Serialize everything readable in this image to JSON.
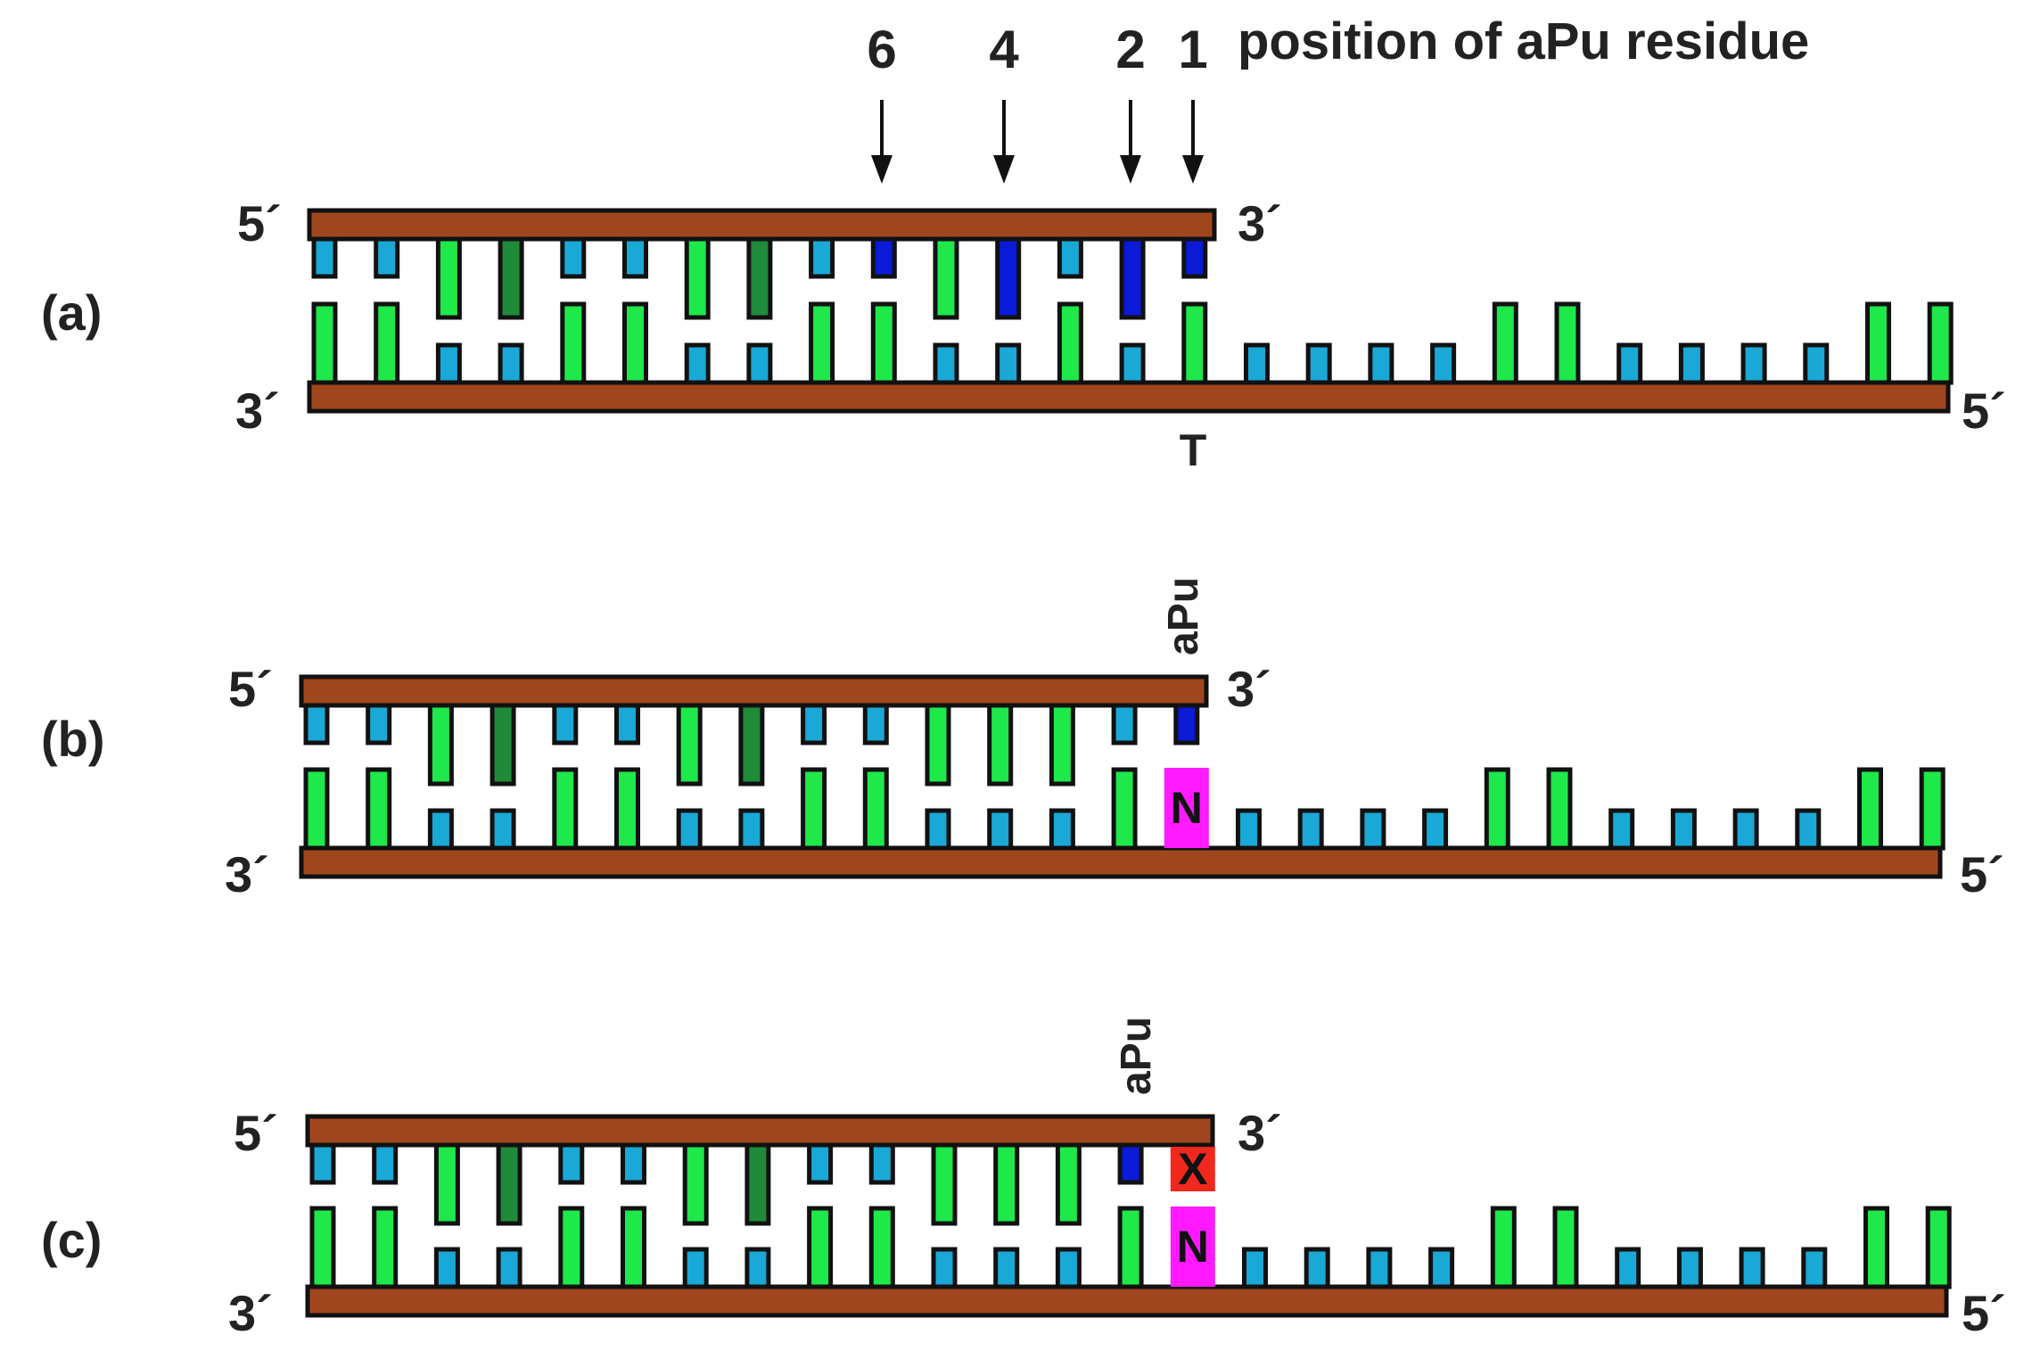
{
  "heading": "position of aPu residue",
  "position_markers": [
    "6",
    "4",
    "2",
    "1"
  ],
  "panels": [
    {
      "label": "(a)",
      "top_strand": {
        "left_end": "5´",
        "right_end": "3´"
      },
      "bottom_strand": {
        "left_end": "3´",
        "right_end": "5´"
      },
      "bottom_mark": "T",
      "top_bases": [
        "short-cyan",
        "short-cyan",
        "tall-green",
        "tall-darkgreen",
        "short-cyan",
        "short-cyan",
        "tall-green",
        "tall-darkgreen",
        "short-cyan",
        "short-blue",
        "tall-green",
        "tall-blue",
        "short-cyan",
        "tall-blue",
        "short-blue"
      ],
      "bottom_bases": [
        "tall-green",
        "tall-green",
        "short-cyan",
        "short-cyan",
        "tall-green",
        "tall-green",
        "short-cyan",
        "short-cyan",
        "tall-green",
        "tall-green",
        "short-cyan",
        "short-cyan",
        "tall-green",
        "short-cyan",
        "tall-green",
        "short-cyan",
        "short-cyan",
        "short-cyan",
        "short-cyan",
        "tall-green",
        "tall-green",
        "short-cyan",
        "short-cyan",
        "short-cyan",
        "short-cyan",
        "tall-green",
        "tall-green"
      ]
    },
    {
      "label": "(b)",
      "top_strand": {
        "left_end": "5´",
        "right_end": "3´"
      },
      "bottom_strand": {
        "left_end": "3´",
        "right_end": "5´"
      },
      "rotated_label": "aPu",
      "n_box": "N",
      "top_bases": [
        "short-cyan",
        "short-cyan",
        "tall-green",
        "tall-darkgreen",
        "short-cyan",
        "short-cyan",
        "tall-green",
        "tall-darkgreen",
        "short-cyan",
        "short-cyan",
        "tall-green",
        "tall-green",
        "tall-green",
        "short-cyan",
        "short-blue"
      ],
      "bottom_bases": [
        "tall-green",
        "tall-green",
        "short-cyan",
        "short-cyan",
        "tall-green",
        "tall-green",
        "short-cyan",
        "short-cyan",
        "tall-green",
        "tall-green",
        "short-cyan",
        "short-cyan",
        "short-cyan",
        "tall-green",
        "n-box",
        "short-cyan",
        "short-cyan",
        "short-cyan",
        "short-cyan",
        "tall-green",
        "tall-green",
        "short-cyan",
        "short-cyan",
        "short-cyan",
        "short-cyan",
        "tall-green",
        "tall-green"
      ]
    },
    {
      "label": "(c)",
      "top_strand": {
        "left_end": "5´",
        "right_end": "3´"
      },
      "bottom_strand": {
        "left_end": "3´",
        "right_end": "5´"
      },
      "rotated_label": "aPu",
      "x_box": "X",
      "n_box": "N",
      "top_bases": [
        "short-cyan",
        "short-cyan",
        "tall-green",
        "tall-darkgreen",
        "short-cyan",
        "short-cyan",
        "tall-green",
        "tall-darkgreen",
        "short-cyan",
        "short-cyan",
        "tall-green",
        "tall-green",
        "tall-green",
        "short-blue",
        "x-box"
      ],
      "bottom_bases": [
        "tall-green",
        "tall-green",
        "short-cyan",
        "short-cyan",
        "tall-green",
        "tall-green",
        "short-cyan",
        "short-cyan",
        "tall-green",
        "tall-green",
        "short-cyan",
        "short-cyan",
        "short-cyan",
        "tall-green",
        "n-box",
        "short-cyan",
        "short-cyan",
        "short-cyan",
        "short-cyan",
        "tall-green",
        "tall-green",
        "short-cyan",
        "short-cyan",
        "short-cyan",
        "short-cyan",
        "tall-green",
        "tall-green"
      ]
    }
  ],
  "colors": {
    "backbone": "#a0461e",
    "green": "#1ee84a",
    "dark_green": "#1f8a3a",
    "cyan": "#1aa8d6",
    "blue": "#0a1ad6",
    "magenta": "#ff1aff",
    "red": "#f0281e",
    "outline": "#111111"
  }
}
